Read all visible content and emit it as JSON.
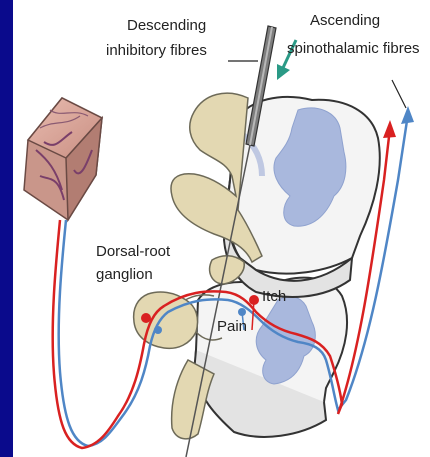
{
  "labels": {
    "descending_line1": "Descending",
    "descending_line2": "inhibitory fibres",
    "ascending_line1": "Ascending",
    "ascending_line2": "spinothalamic fibres",
    "dorsal_line1": "Dorsal-root",
    "dorsal_line2": "ganglion",
    "itch": "Itch",
    "pain": "Pain"
  },
  "colors": {
    "background_border": "#0a0a8c",
    "itch_pathway": "#d92121",
    "pain_pathway": "#4f86c6",
    "grey_matter": "#a9b8dd",
    "nerve_root": "#e3d8b2",
    "cord_section": "#f4f4f4",
    "skin_block": "#d9a89a",
    "pointer_arrow": "#2a9a86"
  }
}
